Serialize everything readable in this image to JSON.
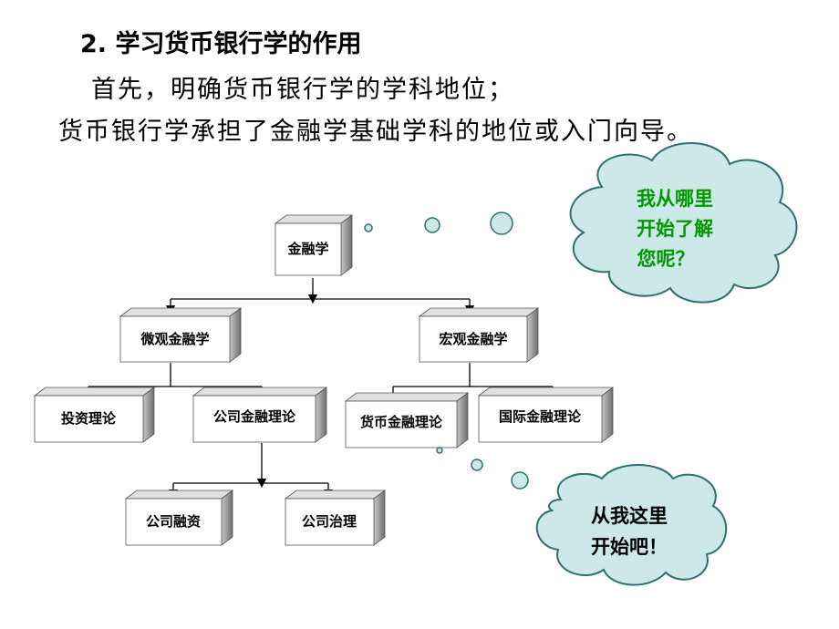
{
  "heading": "2. 学习货币银行学的作用",
  "paragraph1": "首先，明确货币银行学的学科地位；",
  "paragraph2": "货币银行学承担了金融学基础学科的地位或入门向导。",
  "diagram": {
    "nodes": {
      "root": "金融学",
      "micro": "微观金融学",
      "macro": "宏观金融学",
      "investment": "投资理论",
      "corp_finance": "公司金融理论",
      "money_banking": "货币金融理论",
      "intl_finance": "国际金融理论",
      "corp_financing": "公司融资",
      "corp_governance": "公司治理"
    }
  },
  "bubble_top": {
    "line1": "我从哪里",
    "line2": "开始了解",
    "line3": "您呢？"
  },
  "bubble_bottom": {
    "line1": "从我这里",
    "line2": "开始吧！"
  },
  "colors": {
    "box_face": "#ffffff",
    "box_side": "#808080",
    "cloud_fill": "#cce8e8",
    "cloud_stroke": "#2f6f6f",
    "green_text": "#009900"
  }
}
